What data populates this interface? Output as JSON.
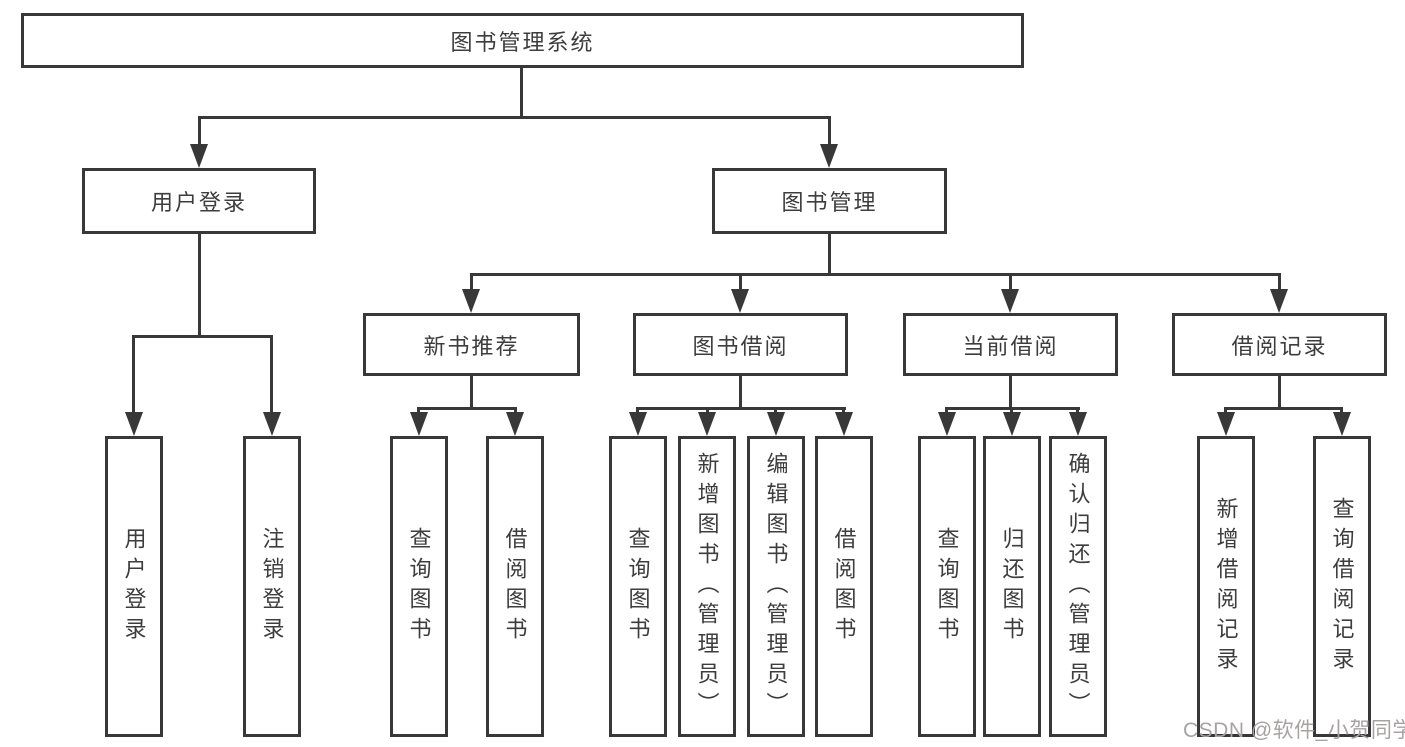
{
  "diagram": {
    "root": "图书管理系统",
    "branches": [
      {
        "label": "用户登录",
        "children": [
          "用户登录",
          "注销登录"
        ]
      },
      {
        "label": "图书管理",
        "sections": [
          {
            "label": "新书推荐",
            "children": [
              "查询图书",
              "借阅图书"
            ]
          },
          {
            "label": "图书借阅",
            "children": [
              "查询图书",
              "新增图书（管理员）",
              "编辑图书（管理员）",
              "借阅图书"
            ]
          },
          {
            "label": "当前借阅",
            "children": [
              "查询图书",
              "归还图书",
              "确认归还（管理员）"
            ]
          },
          {
            "label": "借阅记录",
            "children": [
              "新增借阅记录",
              "查询借阅记录"
            ]
          }
        ]
      }
    ]
  },
  "watermark": {
    "text": "CSDN @软件_小贺同学"
  },
  "colors": {
    "line": "#383838",
    "text": "#3d3d3d",
    "background": "#ffffff",
    "watermark": "#a7a3a3"
  }
}
